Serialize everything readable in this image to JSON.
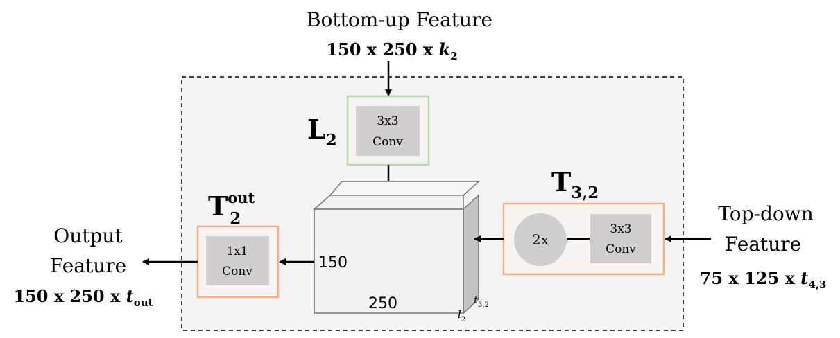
{
  "bottom_up": {
    "title": "Bottom-up Feature",
    "dim_a": "150 x 250 x ",
    "dim_var": "k",
    "dim_sub": "2"
  },
  "lateral": {
    "label": "L",
    "label_sub": "2",
    "conv_line1": "3x3",
    "conv_line2": "Conv"
  },
  "topdown_block": {
    "label": "T",
    "label_sub": "3,2",
    "upsample": "2x",
    "conv_line1": "3x3",
    "conv_line2": "Conv"
  },
  "topdown_input": {
    "line1": "Top-down",
    "line2": "Feature",
    "dim_a": "75 x 125 x ",
    "dim_var": "t",
    "dim_sub": "4,3"
  },
  "output_block": {
    "label": "T",
    "label_sup": "out",
    "label_sub": "2",
    "conv_line1": "1x1",
    "conv_line2": "Conv"
  },
  "output_feature": {
    "line1": "Output",
    "line2": "Feature",
    "dim_a": "150 x 250 x ",
    "dim_var": "t",
    "dim_sub": "out"
  },
  "tensor": {
    "height_label": "150",
    "width_label": "250",
    "depth_var_1": "t",
    "depth_sub_1": "3,2",
    "depth_var_2": "l",
    "depth_sub_2": "2"
  },
  "colors": {
    "container_fill": "#f4f4f4",
    "conv_fill": "#d0cece",
    "green_border": "#b7dca5",
    "orange_border": "#f4b183",
    "orange_fill": "#f7f4f2",
    "circle_fill": "#cfcfcf",
    "tensor_front": "#f2f2f2",
    "tensor_side": "#c4c4c4"
  }
}
